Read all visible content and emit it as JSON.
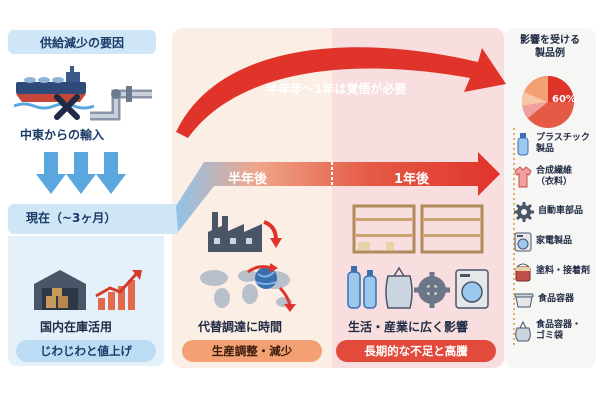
{
  "header": {
    "supply_reason": "供給減少の要因"
  },
  "origin": {
    "label": "中東からの輸入"
  },
  "now": {
    "label": "現在（~3ヶ月）"
  },
  "timeline": {
    "half_year": "半年後",
    "one_year": "1年後",
    "expectation": "半年年～1年は覚悟が必要"
  },
  "columns": {
    "now": {
      "caption": "国内在庫活用",
      "pill": "じわじわと値上げ"
    },
    "half": {
      "caption": "代替調達に時間",
      "pill": "生産調整・減少"
    },
    "year": {
      "caption": "生活・産業に広く影響",
      "pill": "長期的な不足と高騰"
    }
  },
  "legend": {
    "title_line1": "影響を受ける",
    "title_line2": "製品例",
    "percentage": "60%",
    "items": [
      {
        "line1": "プラスチック",
        "line2": "製品",
        "icon": "bottle-icon"
      },
      {
        "line1": "合成繊維",
        "line2": "（衣料）",
        "icon": "shirt-icon"
      },
      {
        "line1": "自動車部品",
        "line2": "",
        "icon": "gear-icon"
      },
      {
        "line1": "家電製品",
        "line2": "",
        "icon": "washing-machine-icon"
      },
      {
        "line1": "塗料・接着剤",
        "line2": "",
        "icon": "paint-can-icon"
      },
      {
        "line1": "食品容器",
        "line2": "",
        "icon": "food-container-icon"
      },
      {
        "line1": "食品容器・",
        "line2": "ゴミ袋",
        "icon": "trash-bag-icon"
      }
    ]
  },
  "colors": {
    "blue_band": "#cfe6f7",
    "arrow_red": "#e0332a",
    "arrow_blue": "#5aa7e0",
    "pill_orange": "#f2a074",
    "pill_red": "#e24a3c"
  }
}
